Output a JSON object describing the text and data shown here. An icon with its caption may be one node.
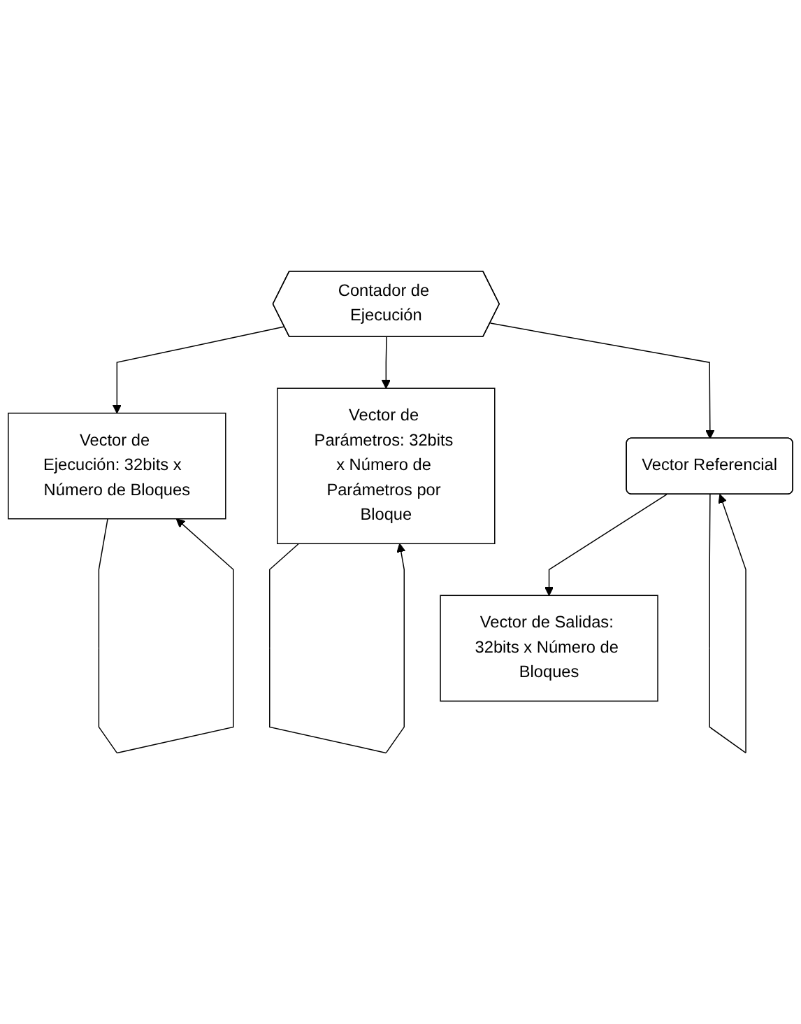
{
  "diagram": {
    "nodes": [
      {
        "text": [
          "Vector de Ejecución: 32bits x  Número de Bloques"
        ]
      },
      {
        "text": [
          "Vector de Parámetros: 32bits x Número de Parámetros por Bloque"
        ]
      },
      {
        "text": [
          "Contador de Ejecución"
        ]
      },
      {
        "text": [
          "Vector Referencial"
        ]
      },
      {
        "text": [
          "Vector de Salidas: 32bits x Número de Bloques"
        ]
      }
    ],
    "edges": [
      {
        "from": 0,
        "to": 0,
        "arrow": "to"
      },
      {
        "from": 1,
        "to": 1,
        "arrow": "to"
      },
      {
        "from": 2,
        "to": 0,
        "arrow": "to"
      },
      {
        "from": 2,
        "to": 1,
        "arrow": "to"
      },
      {
        "from": 2,
        "to": 3,
        "arrow": "to"
      },
      {
        "from": 3,
        "to": 4,
        "arrow": "to"
      },
      {
        "from": 3,
        "to": 3,
        "arrow": "to"
      }
    ]
  }
}
